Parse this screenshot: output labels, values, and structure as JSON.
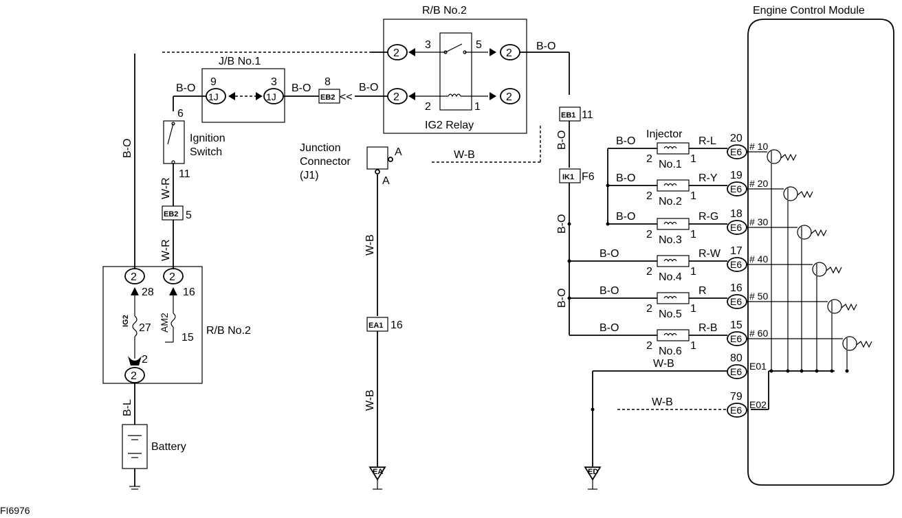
{
  "figure_id": "FI6976",
  "ecm": {
    "title": "Engine Control Module",
    "injector_pins": [
      {
        "pin": "20",
        "conn": "E6",
        "label": "# 10"
      },
      {
        "pin": "19",
        "conn": "E6",
        "label": "# 20"
      },
      {
        "pin": "18",
        "conn": "E6",
        "label": "# 30"
      },
      {
        "pin": "17",
        "conn": "E6",
        "label": "# 40"
      },
      {
        "pin": "16",
        "conn": "E6",
        "label": "# 50"
      },
      {
        "pin": "15",
        "conn": "E6",
        "label": "# 60"
      }
    ],
    "ground_pins": [
      {
        "pin": "80",
        "conn": "E6",
        "label": "E01"
      },
      {
        "pin": "79",
        "conn": "E6",
        "label": "E02"
      }
    ]
  },
  "injectors": {
    "title": "Injector",
    "items": [
      {
        "name": "No.1",
        "in_wire": "B-O",
        "out_wire": "R-L",
        "pin_in": "2",
        "pin_out": "1"
      },
      {
        "name": "No.2",
        "in_wire": "B-O",
        "out_wire": "R-Y",
        "pin_in": "2",
        "pin_out": "1"
      },
      {
        "name": "No.3",
        "in_wire": "B-O",
        "out_wire": "R-G",
        "pin_in": "2",
        "pin_out": "1"
      },
      {
        "name": "No.4",
        "in_wire": "B-O",
        "out_wire": "R-W",
        "pin_in": "2",
        "pin_out": "1"
      },
      {
        "name": "No.5",
        "in_wire": "B-O",
        "out_wire": "R",
        "pin_in": "2",
        "pin_out": "1"
      },
      {
        "name": "No.6",
        "in_wire": "B-O",
        "out_wire": "R-B",
        "pin_in": "2",
        "pin_out": "1"
      }
    ]
  },
  "rb2_top": {
    "title": "R/B No.2",
    "relay": "IG2 Relay",
    "pin3": "3",
    "pin5": "5",
    "pin2": "2",
    "pin1": "1",
    "conn": "2",
    "out_wire": "B-O",
    "in_wire": "B-O"
  },
  "jb1": {
    "title": "J/B No.1",
    "pin9": "9",
    "pin3": "3",
    "conn": "1J",
    "left_wire": "B-O",
    "right_wire": "B-O",
    "eb2_pin": "8",
    "eb2": "EB2"
  },
  "ignition": {
    "label1": "Ignition",
    "label2": "Switch",
    "pin_top": "6",
    "pin_bot": "11",
    "wire": "W-R",
    "wire2": "W-R",
    "eb2": "EB2",
    "eb2_pin": "5"
  },
  "junction": {
    "label1": "Junction",
    "label2": "Connector",
    "label3": "(J1)",
    "pinA1": "A",
    "pinA2": "A",
    "wire_out": "W-B",
    "wire_down": "W-B",
    "wire_down2": "W-B",
    "ea1": "EA1",
    "ea1_pin": "16",
    "ground": "EA"
  },
  "rb2_bottom": {
    "title": "R/B No.2",
    "conn": "2",
    "pin28": "28",
    "pin16": "16",
    "pin27": "27",
    "pin15": "15",
    "pin2": "2",
    "fuse_ig2": "IG2",
    "fuse_am2": "AM2"
  },
  "main_wire": "B-O",
  "battery": {
    "label": "Battery",
    "wire": "B-L"
  },
  "eb1": {
    "label": "EB1",
    "pin": "11",
    "wire": "B-O"
  },
  "ik1": {
    "label": "IK1",
    "pin": "F6",
    "wire_a": "B-O",
    "wire_b": "B-O"
  },
  "ground_wires": {
    "w1": "W-B",
    "w2": "W-B"
  },
  "ecm_ground": "ED"
}
